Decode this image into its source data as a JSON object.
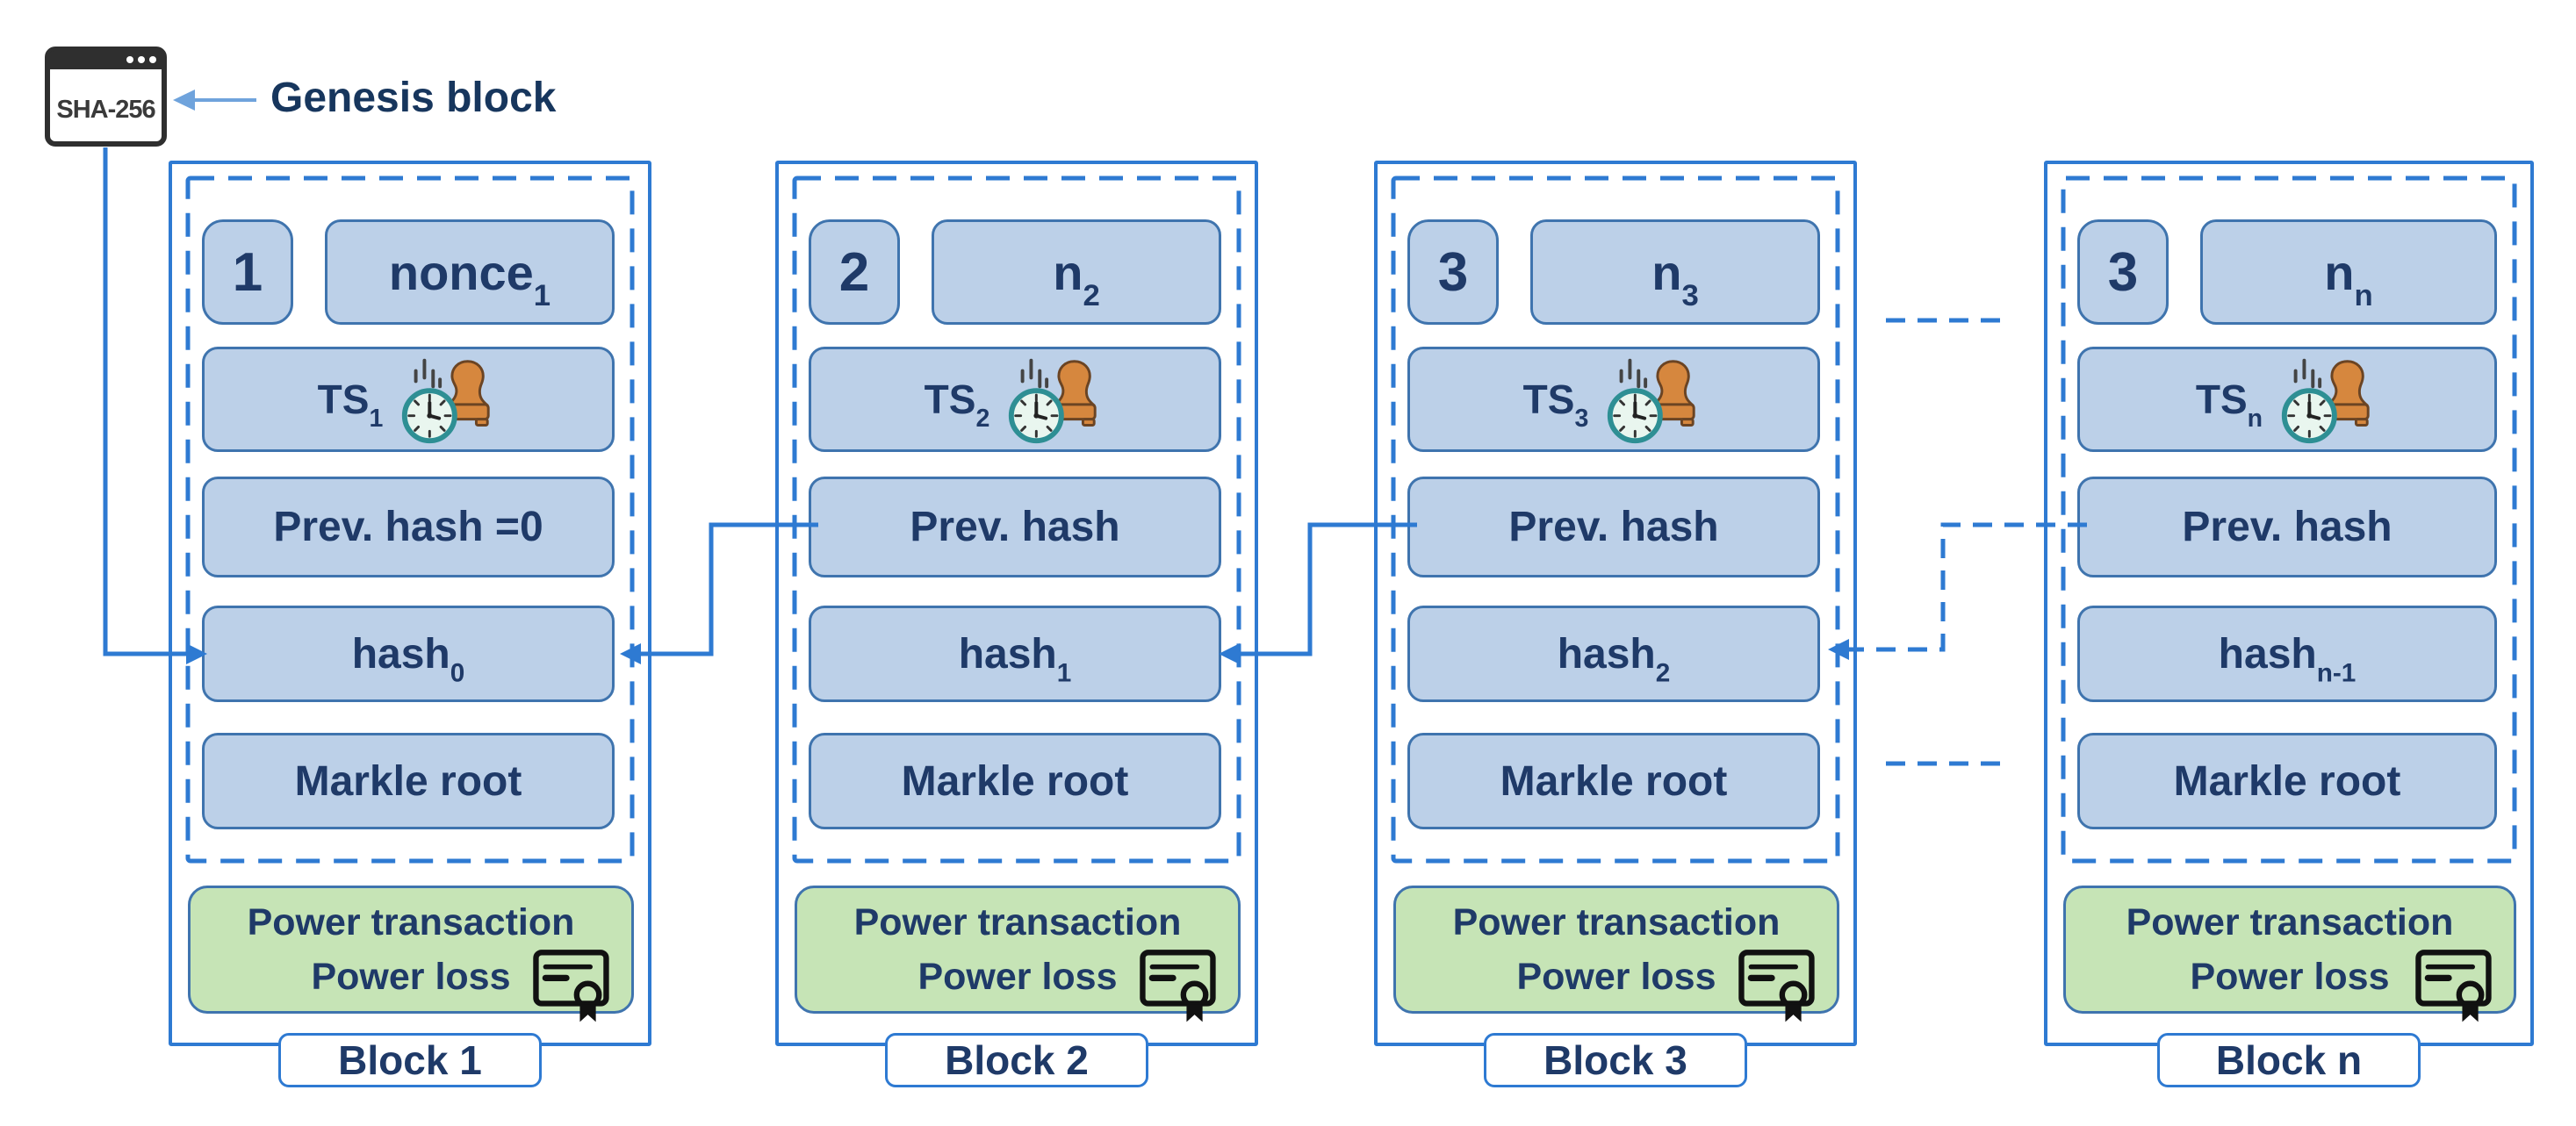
{
  "genesis": {
    "label": "Genesis block",
    "hash_box": "SHA-256"
  },
  "blocks": [
    {
      "label": "Block 1",
      "index": "1",
      "nonce": {
        "base": "nonce",
        "sub": "1"
      },
      "ts": {
        "base": "TS",
        "sub": "1"
      },
      "prev_hash": "Prev. hash =0",
      "hash": {
        "base": "hash",
        "sub": "0"
      },
      "merkle_root": "Markle root",
      "payload": {
        "line1": "Power transaction",
        "line2": "Power loss"
      }
    },
    {
      "label": "Block 2",
      "index": "2",
      "nonce": {
        "base": "n",
        "sub": "2"
      },
      "ts": {
        "base": "TS",
        "sub": "2"
      },
      "prev_hash": "Prev. hash",
      "hash": {
        "base": "hash",
        "sub": "1"
      },
      "merkle_root": "Markle root",
      "payload": {
        "line1": "Power transaction",
        "line2": "Power loss"
      }
    },
    {
      "label": "Block 3",
      "index": "3",
      "nonce": {
        "base": "n",
        "sub": "3"
      },
      "ts": {
        "base": "TS",
        "sub": "3"
      },
      "prev_hash": "Prev. hash",
      "hash": {
        "base": "hash",
        "sub": "2"
      },
      "merkle_root": "Markle root",
      "payload": {
        "line1": "Power transaction",
        "line2": "Power loss"
      }
    },
    {
      "label": "Block n",
      "index": "3",
      "nonce": {
        "base": "n",
        "sub": "n"
      },
      "ts": {
        "base": "TS",
        "sub": "n"
      },
      "prev_hash": "Prev. hash",
      "hash": {
        "base": "hash",
        "sub": "n-1"
      },
      "merkle_root": "Markle root",
      "payload": {
        "line1": "Power transaction",
        "line2": "Power loss"
      }
    }
  ],
  "icons": {
    "sha_window": "sha256-window-icon",
    "timestamp": "timestamp-stamp-icon",
    "certificate": "certificate-icon"
  },
  "colors": {
    "accent_blue": "#2e7ad2",
    "pill_fill": "#bcd0e8",
    "pill_border": "#3f74ae",
    "text_navy": "#1f3a68",
    "green_fill": "#c6e4b6",
    "light_arrow_blue": "#6fa3dc",
    "icon_dark": "#2f2f2f",
    "stamp_orange": "#d6873e",
    "clock_teal": "#2e8f94"
  }
}
